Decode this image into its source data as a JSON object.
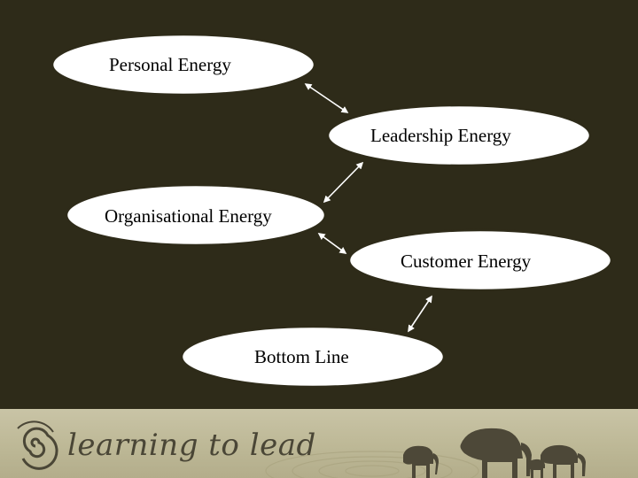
{
  "nodes": {
    "personal": "Personal Energy",
    "leadership": "Leadership Energy",
    "organisational": "Organisational Energy",
    "customer": "Customer Energy",
    "bottom": "Bottom Line"
  },
  "logo": {
    "text": "learning to lead",
    "icon": "spiral-icon"
  },
  "colors": {
    "background": "#2e2b19",
    "ellipse_fill": "#ffffff",
    "ellipse_stroke": "#2e2b19",
    "arrow": "#ffffff",
    "footer": "#c2bd9c"
  }
}
